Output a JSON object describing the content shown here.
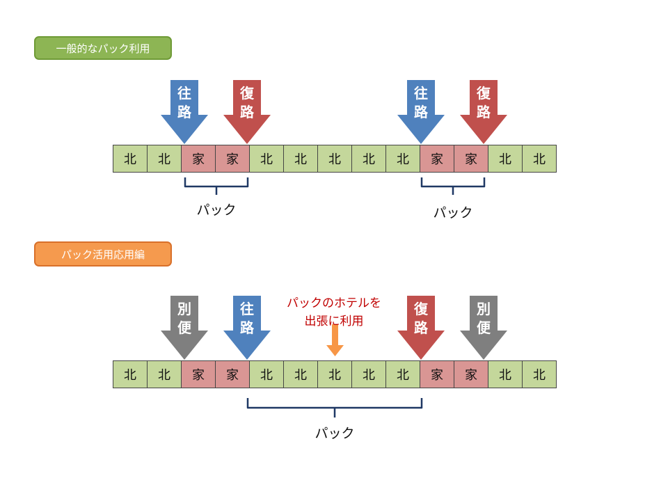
{
  "section1": {
    "title": "一般的なパック利用",
    "arrows": [
      {
        "line1": "往",
        "line2": "路",
        "color": "#4F81BD"
      },
      {
        "line1": "復",
        "line2": "路",
        "color": "#C0504D"
      },
      {
        "line1": "往",
        "line2": "路",
        "color": "#4F81BD"
      },
      {
        "line1": "復",
        "line2": "路",
        "color": "#C0504D"
      }
    ],
    "cells": [
      "北",
      "北",
      "家",
      "家",
      "北",
      "北",
      "北",
      "北",
      "北",
      "家",
      "家",
      "北",
      "北"
    ],
    "brackets": [
      "パック",
      "パック"
    ]
  },
  "section2": {
    "title": "パック活用応用編",
    "arrows": [
      {
        "line1": "別",
        "line2": "便",
        "color": "#7F7F7F"
      },
      {
        "line1": "往",
        "line2": "路",
        "color": "#4F81BD"
      },
      {
        "line1": "復",
        "line2": "路",
        "color": "#C0504D"
      },
      {
        "line1": "別",
        "line2": "便",
        "color": "#7F7F7F"
      }
    ],
    "note_line1": "パックのホテルを",
    "note_line2": "出張に利用",
    "note_color": "#C00000",
    "small_arrow_color": "#F79646",
    "cells": [
      "北",
      "北",
      "家",
      "家",
      "北",
      "北",
      "北",
      "北",
      "北",
      "家",
      "家",
      "北",
      "北"
    ],
    "brackets": [
      "パック"
    ]
  },
  "colors": {
    "north_cell": "#C4D79B",
    "home_cell": "#D99694",
    "bracket": "#1F3864"
  }
}
